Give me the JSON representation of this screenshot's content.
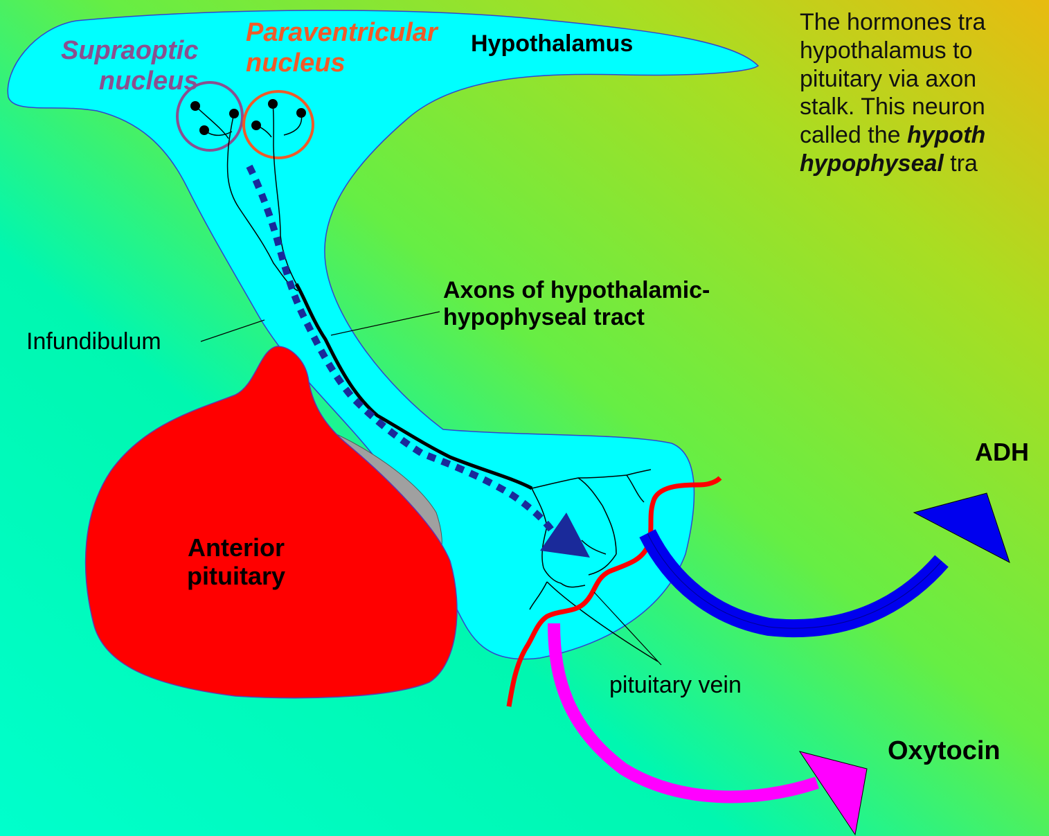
{
  "labels": {
    "supraoptic": "Supraoptic nucleus",
    "supraoptic_line1": "Supraoptic",
    "supraoptic_line2": "nucleus",
    "paraventricular_line1": "Paraventricular",
    "paraventricular_line2": "nucleus",
    "hypothalamus": "Hypothalamus",
    "axons_line1": "Axons of hypothalamic-",
    "axons_line2": "hypophyseal tract",
    "infundibulum": "Infundibulum",
    "anterior_line1": "Anterior",
    "anterior_line2": "pituitary",
    "pituitary_vein": "pituitary vein",
    "adh": "ADH",
    "oxytocin": "Oxytocin"
  },
  "description": {
    "line1": "The hormones tra",
    "line2": "hypothalamus to",
    "line3": "pituitary via axon",
    "line4": "stalk. This neuron",
    "line5_prefix": "called the ",
    "line5_em": "hypoth",
    "line6_em": "hypophyseal",
    "line6_suffix": " tra"
  },
  "colors": {
    "supraoptic": "#8b4f8f",
    "paraventricular": "#f05a28",
    "posterior_pituitary": "#00ffff",
    "anterior_pituitary": "#ff0000",
    "adh_arrow": "#0000ee",
    "oxytocin_arrow": "#ff00ff",
    "vein": "#ff0000",
    "tract_dotted": "#1a2a9a"
  }
}
